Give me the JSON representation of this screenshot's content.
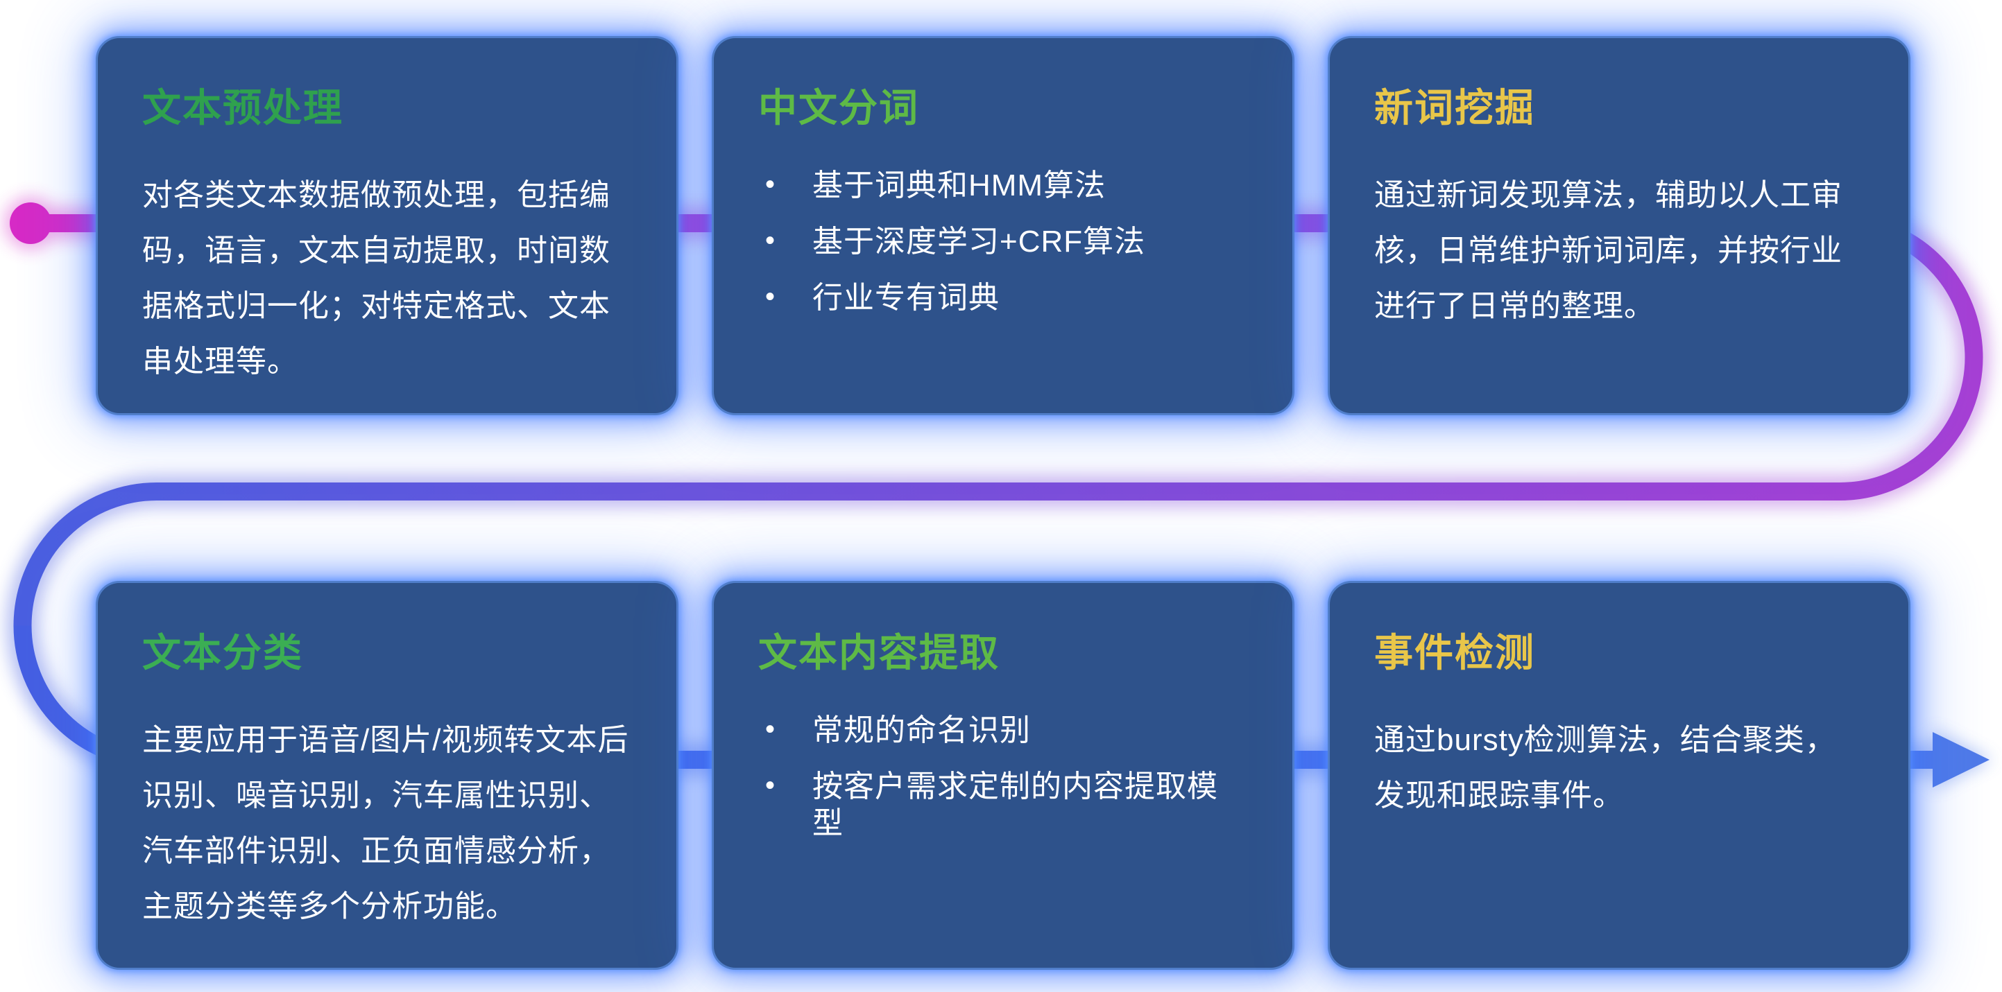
{
  "diagram": {
    "description_flow": {
      "start_marker": "dot",
      "end_marker": "arrow-right",
      "start_color": "#d62ac6",
      "mid_color": "#a73fd4",
      "end_color": "#4f7ae8"
    },
    "theme": {
      "card_background": "#2e528b",
      "card_glow": "#4076ff",
      "body_text_color": "#ffffff",
      "green_dark": "#2fa14e",
      "green_bright": "#5eba46",
      "yellow": "#e9c649"
    }
  },
  "cards": [
    {
      "title": "文本预处理",
      "title_color": "#2fa14e",
      "body": "对各类文本数据做预处理，包括编码，语言，文本自动提取，时间数据格式归一化；对特定格式、文本串处理等。"
    },
    {
      "title": "中文分词",
      "title_color": "#5eba46",
      "bullets": [
        "基于词典和HMM算法",
        "基于深度学习+CRF算法",
        "行业专有词典"
      ]
    },
    {
      "title": "新词挖掘",
      "title_color": "#e9c649",
      "body": "通过新词发现算法，辅助以人工审核，日常维护新词词库，并按行业进行了日常的整理。"
    },
    {
      "title": "文本分类",
      "title_color": "#3bae53",
      "body": "主要应用于语音/图片/视频转文本后识别、噪音识别，汽车属性识别、汽车部件识别、正负面情感分析，主题分类等多个分析功能。"
    },
    {
      "title": "文本内容提取",
      "title_color": "#5eba46",
      "bullets": [
        "常规的命名识别",
        "按客户需求定制的内容提取模型"
      ]
    },
    {
      "title": "事件检测",
      "title_color": "#e9c649",
      "body": "通过bursty检测算法，结合聚类，发现和跟踪事件。"
    }
  ]
}
